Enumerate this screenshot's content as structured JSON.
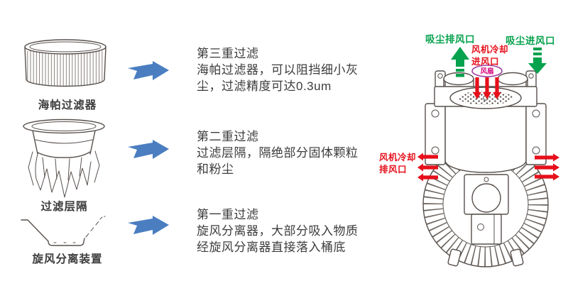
{
  "colors": {
    "green": "#07a24e",
    "red": "#e60f1a",
    "magenta": "#d4027a",
    "purple": "#9b3aa0",
    "blue": "#4a7ec0",
    "ink": "#57504c",
    "text": "#3c3c3c"
  },
  "stages": [
    {
      "label": "海帕过滤器",
      "title": "第三重过滤",
      "lines": [
        "海帕过滤器，可以阻挡细小灰",
        "尘，过滤精度可达0.3um"
      ]
    },
    {
      "label": "过滤层隔",
      "title": "第二重过滤",
      "lines": [
        "过滤层隔，隔绝部分固体颗粒",
        "和粉尘"
      ]
    },
    {
      "label": "旋风分离装置",
      "title": "第一重过滤",
      "lines": [
        "旋风分离器，大部分吸入物质",
        "经旋风分离器直接落入桶底"
      ]
    }
  ],
  "device": {
    "top_left_label": "吸尘排风口",
    "top_right_label": "吸尘进风口",
    "cooling_intake_line1": "风机冷却",
    "cooling_intake_line2": "进风口",
    "fan_label": "风扇",
    "cooling_exhaust_line1": "风机冷却",
    "cooling_exhaust_line2": "排风口"
  }
}
